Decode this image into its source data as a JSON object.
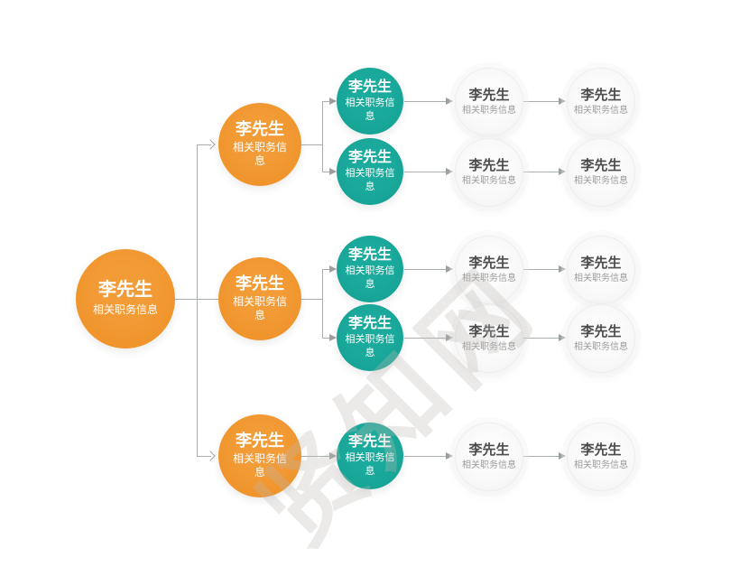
{
  "diagram": {
    "type": "org-chart",
    "direction": "left-to-right",
    "node_title": "李先生",
    "node_subtitle": "相关职务信息",
    "levels": [
      {
        "level": 1,
        "count": 1,
        "color": "#F0932B"
      },
      {
        "level": 2,
        "count": 3,
        "color": "#F0932B"
      },
      {
        "level": 3,
        "count": 5,
        "color": "#17A797"
      },
      {
        "level": 4,
        "count": 5,
        "color": "#F3F3F3"
      },
      {
        "level": 5,
        "count": 5,
        "color": "#F3F3F3"
      }
    ]
  },
  "node": {
    "title": "李先生",
    "subtitle": "相关职务信息"
  },
  "watermark": {
    "text": "贤知网"
  },
  "colors": {
    "orange": "#F0932B",
    "teal": "#17A797",
    "gray_circle": "#F3F3F3",
    "line": "#9AA0A3",
    "gray_title": "#4C4C4C",
    "gray_subtitle": "#9B9B9B",
    "background": "#FFFFFF"
  }
}
